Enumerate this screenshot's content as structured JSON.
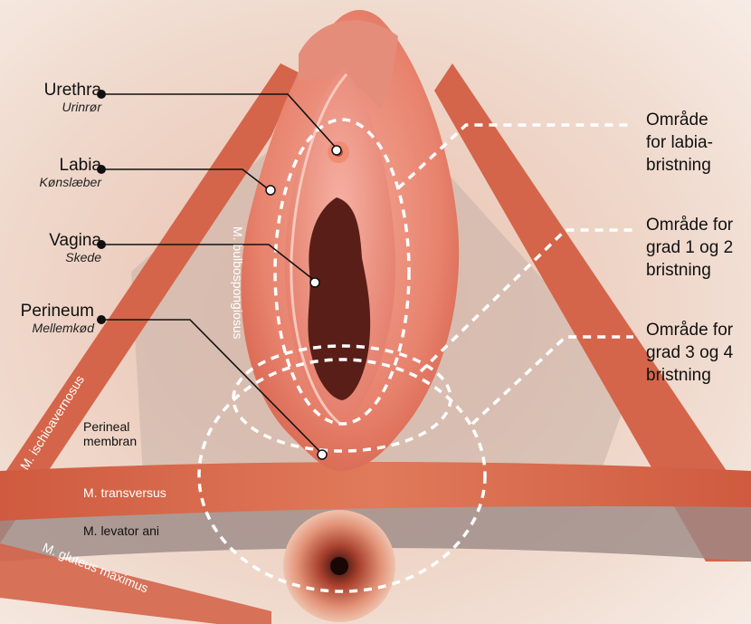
{
  "labels": {
    "urethra": {
      "en": "Urethra",
      "da": "Urinrør"
    },
    "labia": {
      "en": "Labia",
      "da": "Kønslæber"
    },
    "vagina": {
      "en": "Vagina",
      "da": "Skede"
    },
    "perineum": {
      "en": "Perineum",
      "da": "Mellemkød"
    }
  },
  "zones": {
    "labia": "Område\nfor labia-\nbristning",
    "grade12": "Område for\ngrad 1 og 2\nbristning",
    "grade34": "Område for\ngrad 3 og 4\nbristning"
  },
  "muscles": {
    "bulbospongiosus": "M. bulbospongiosus",
    "ischiocavernosus": "M. ischioavernosus",
    "perineal_membrane_1": "Perineal",
    "perineal_membrane_2": "membran",
    "transversus": "M. transversus",
    "levator": "M. levator ani",
    "gluteus": "M. gluteus maximus"
  },
  "colors": {
    "background": "#f4e7dc",
    "muscle": "#d86a4c",
    "tissue": "#e8897a",
    "cavity": "#5a1e18",
    "leader": "#111111",
    "dashed": "#ffffff"
  }
}
